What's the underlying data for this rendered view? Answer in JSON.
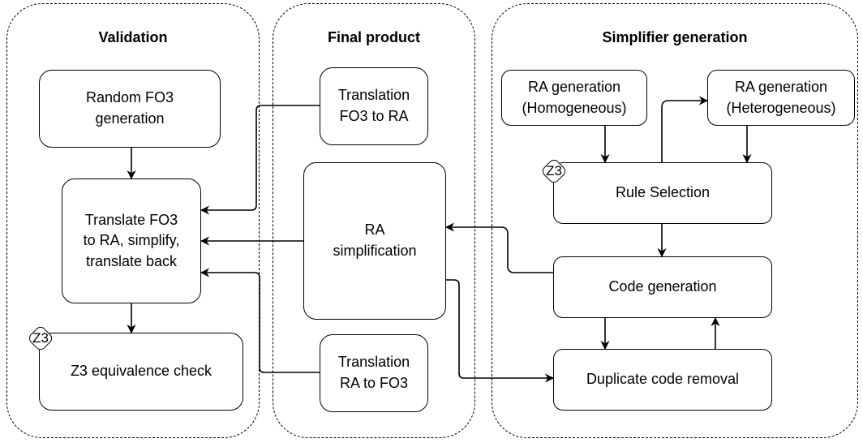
{
  "panels": {
    "validation": "Validation",
    "final_product": "Final product",
    "simplifier_generation": "Simplifier generation"
  },
  "nodes": {
    "random_fo3_generation": "Random FO3\ngeneration",
    "translate_simplify_back": "Translate FO3\nto RA, simplify,\ntranslate back",
    "z3_equivalence_check": "Z3 equivalence check",
    "translation_fo3_to_ra": "Translation\nFO3 to RA",
    "ra_simplification": "RA\nsimplification",
    "translation_ra_to_fo3": "Translation\nRA to FO3",
    "ra_generation_homogeneous": "RA generation\n(Homogeneous)",
    "ra_generation_heterogeneous": "RA generation\n(Heterogeneous)",
    "rule_selection": "Rule Selection",
    "code_generation": "Code generation",
    "duplicate_code_removal": "Duplicate code removal"
  },
  "badges": {
    "z3_validation": "Z3",
    "z3_rule_selection": "Z3"
  }
}
